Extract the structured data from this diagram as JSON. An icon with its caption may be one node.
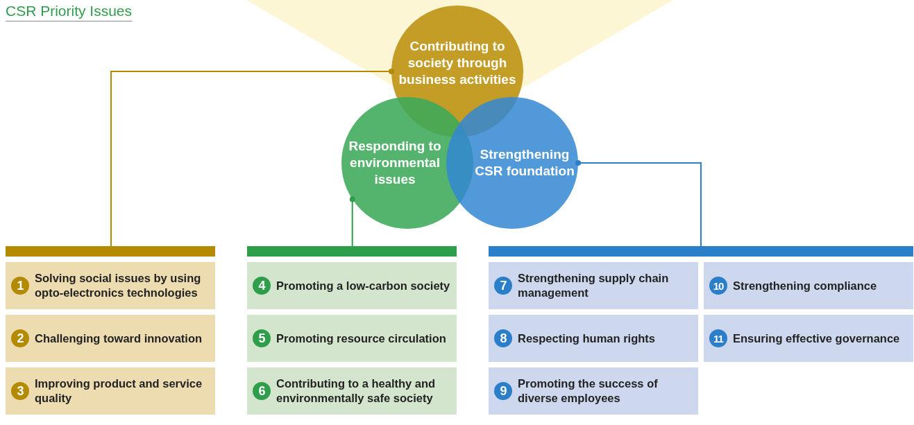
{
  "diagram": {
    "title": "CSR Priority Issues",
    "nodes": [
      {
        "text": [
          "Contributing to society through business activities"
        ]
      },
      {
        "text": [
          "Responding to environmental issues"
        ]
      },
      {
        "text": [
          "Strengthening CSR foundation"
        ]
      },
      {
        "text": [],
        "shape": "bar"
      },
      {
        "text": [],
        "shape": "bar"
      },
      {
        "text": [],
        "shape": "bar"
      },
      {
        "text": [
          "1",
          "Solving social issues by using opto-electronics technologies"
        ]
      },
      {
        "text": [
          "2",
          "Challenging toward innovation"
        ]
      },
      {
        "text": [
          "3",
          "Improving product and service quality"
        ]
      },
      {
        "text": [
          "4",
          "Promoting a low-carbon society"
        ]
      },
      {
        "text": [
          "5",
          "Promoting resource circulation"
        ]
      },
      {
        "text": [
          "6",
          "Contributing to a healthy and environmentally safe society"
        ]
      },
      {
        "text": [
          "7",
          "Strengthening supply chain management"
        ]
      },
      {
        "text": [
          "8",
          "Respecting human rights"
        ]
      },
      {
        "text": [
          "9",
          "Promoting the success of diverse employees"
        ]
      },
      {
        "text": [
          "10",
          "Strengthening compliance"
        ]
      },
      {
        "text": [
          "11",
          "Ensuring effective governance"
        ]
      }
    ],
    "edges": [
      {
        "from": 0,
        "to": 3,
        "arrow": "other",
        "color": "#b38a00"
      },
      {
        "from": 1,
        "to": 4,
        "arrow": "other",
        "color": "#2e9e4a"
      },
      {
        "from": 2,
        "to": 5,
        "arrow": "other",
        "color": "#2a7fc8"
      }
    ]
  }
}
